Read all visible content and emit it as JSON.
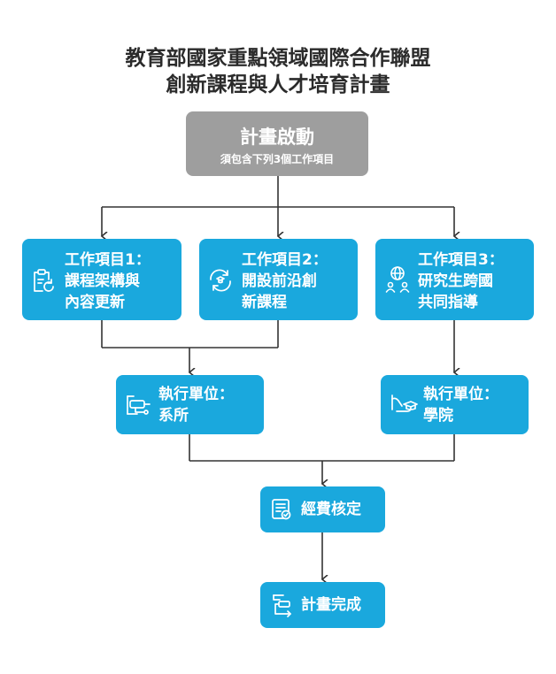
{
  "title": {
    "line1": "教育部國家重點領域國際合作聯盟",
    "line2": "創新課程與人才培育計畫"
  },
  "start": {
    "label": "計畫啟動",
    "sub": "須包含下列3個工作項目"
  },
  "work1": {
    "line1": "工作項目1：",
    "line2": "課程架構與",
    "line3": "內容更新",
    "icon": "clipboard-refresh-icon"
  },
  "work2": {
    "line1": "工作項目2：",
    "line2": "開設前沿創",
    "line3": "新課程",
    "icon": "refresh-cycle-icon"
  },
  "work3": {
    "line1": "工作項目3：",
    "line2": "研究生跨國",
    "line3": "共同指導",
    "icon": "globe-people-icon"
  },
  "unit1": {
    "line1": "執行單位：",
    "line2": "系所",
    "icon": "department-icon"
  },
  "unit2": {
    "line1": "執行單位：",
    "line2": "學院",
    "icon": "hand-cap-icon"
  },
  "approve": {
    "label": "經費核定",
    "icon": "document-check-icon"
  },
  "done": {
    "label": "計畫完成",
    "icon": "finish-steps-icon"
  },
  "colors": {
    "node": "#1aa8dd",
    "start": "#9e9e9e",
    "line": "#333333"
  }
}
